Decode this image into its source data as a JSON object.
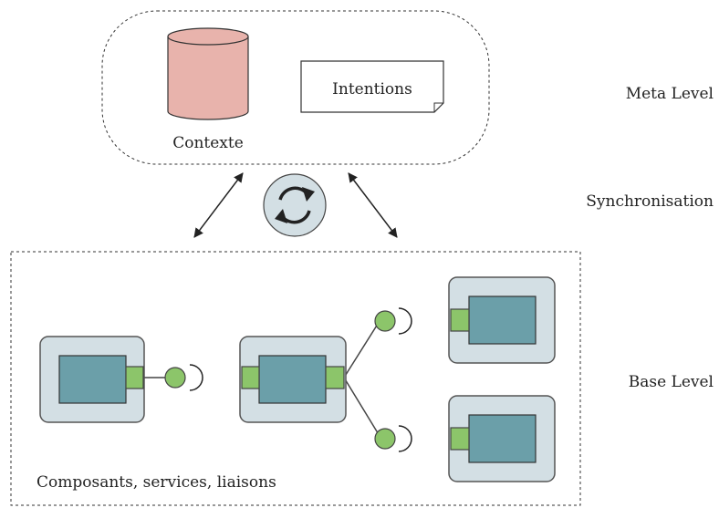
{
  "meta": {
    "context_label": "Contexte",
    "intentions_label": "Intentions",
    "level_label": "Meta Level"
  },
  "sync": {
    "label": "Synchronisation"
  },
  "base": {
    "caption": "Composants, services, liaisons",
    "level_label": "Base Level"
  },
  "colors": {
    "cylinder_fill": "#e8b3ac",
    "component_outer": "#d3dfe4",
    "component_inner": "#6b9fa9",
    "port": "#8cc56a",
    "service_ball": "#8cc56a",
    "sync_circle": "#d3dfe4",
    "stroke": "#333333"
  }
}
